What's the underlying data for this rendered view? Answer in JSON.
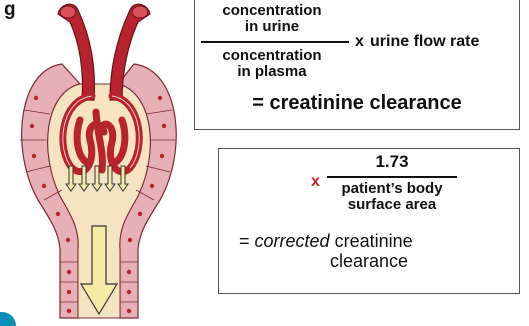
{
  "top_clip_text": "g",
  "formula": {
    "numerator_line1": "concentration",
    "numerator_line2": "in urine",
    "denominator_line1": "concentration",
    "denominator_line2": "in plasma",
    "times": "x",
    "flow_rate": "urine flow rate",
    "result": "= creatinine clearance"
  },
  "correction": {
    "times": "x",
    "numerator": "1.73",
    "denominator_line1": "patient’s body",
    "denominator_line2": "surface area",
    "result_prefix": "=",
    "result_italic": "corrected",
    "result_line1_rest": "creatinine",
    "result_line2": "clearance"
  },
  "colors": {
    "vessel": "#b8232d",
    "capsule_fill": "#f6e3c1",
    "tubule_cell": "#e6b0b6",
    "nucleus": "#b8232d",
    "arrow_fill": "#f7e9a8",
    "accent_red": "#c8202a",
    "corner_accent": "#0b8fb6"
  },
  "icons": [
    "kidney-nephron-illustration",
    "filtration-arrow-icon",
    "outflow-arrow-icon"
  ]
}
